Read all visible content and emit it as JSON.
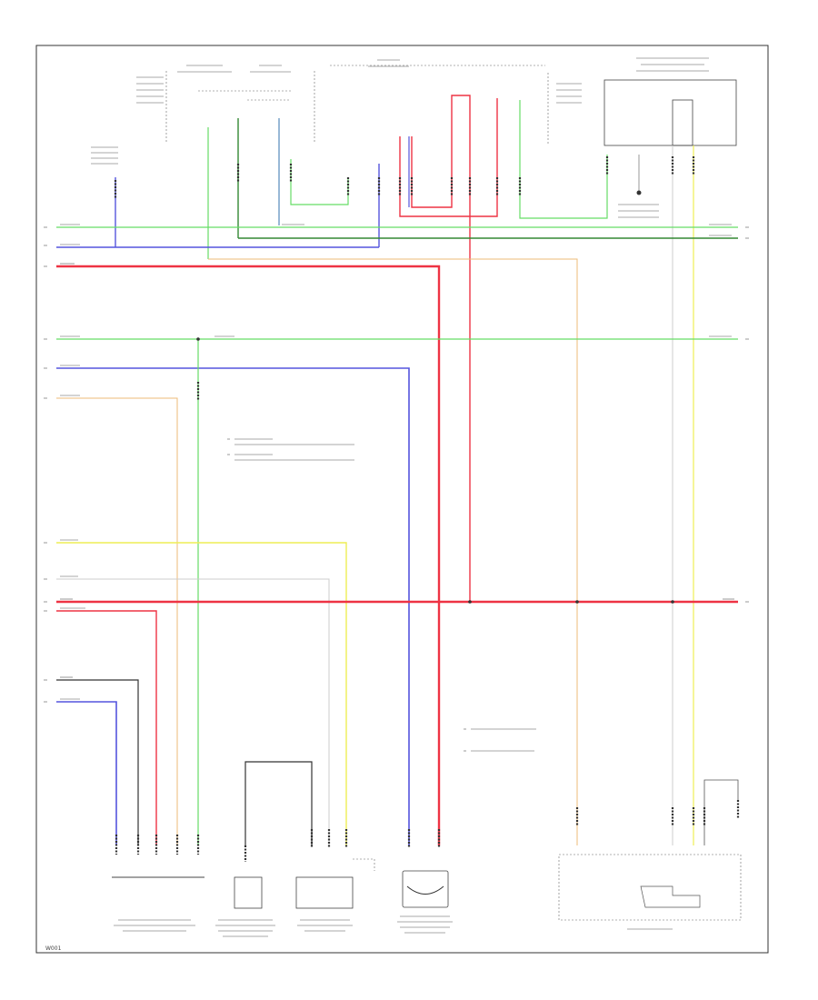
{
  "page_id": "W001",
  "legend": {
    "header_note": "",
    "production_note": ""
  },
  "colors": {
    "green": "#66dd66",
    "dark_green": "#338833",
    "blue": "#5555dd",
    "red": "#ee3344",
    "yellow": "#eeee55",
    "orange": "#eebb77",
    "light_gray": "#cccccc",
    "pink": "#ff8899"
  },
  "modules": [
    {
      "id": "m_top_right"
    },
    {
      "id": "m_abs"
    },
    {
      "id": "m_heater_sensor"
    },
    {
      "id": "m_fuel_tank"
    },
    {
      "id": "m_leak_pump"
    },
    {
      "id": "m_instrument"
    }
  ]
}
